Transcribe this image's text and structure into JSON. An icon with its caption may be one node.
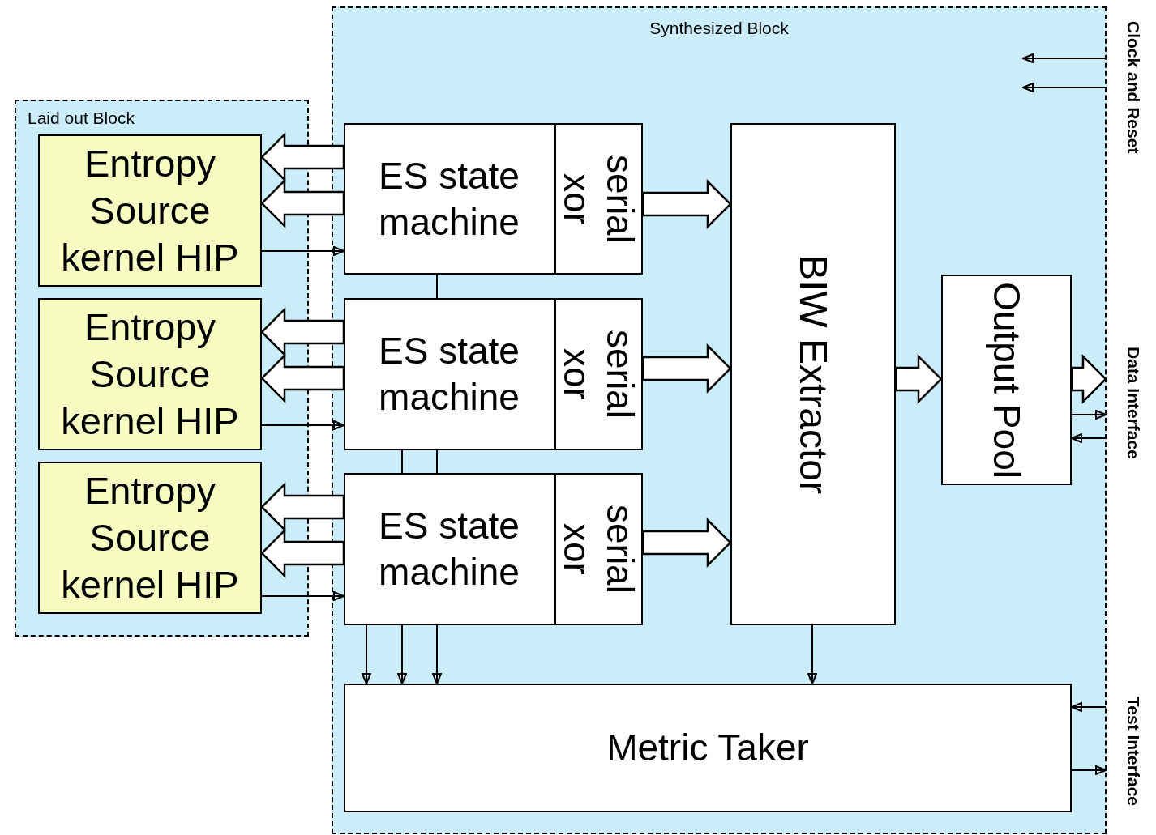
{
  "diagram": {
    "nodes": [
      {
        "text": [
          "Synthesized Block"
        ]
      },
      {
        "text": [
          "Laid out Block"
        ]
      },
      {
        "text": [
          "Entropy Source kernel HIP"
        ],
        "in": 1
      },
      {
        "text": [
          "Entropy Source kernel HIP"
        ],
        "in": 1
      },
      {
        "text": [
          "Entropy Source kernel HIP"
        ],
        "in": 1
      },
      {
        "text": [
          "ES state machine",
          "xor",
          "serial"
        ],
        "in": 0
      },
      {
        "text": [
          "ES state machine",
          "xor",
          "serial"
        ],
        "in": 0
      },
      {
        "text": [
          "ES state machine",
          "xor",
          "serial"
        ],
        "in": 0
      },
      {
        "text": [
          "BIW Extractor"
        ],
        "in": 0
      },
      {
        "text": [
          "Output Pool"
        ],
        "in": 0
      },
      {
        "text": [
          "Metric Taker"
        ],
        "in": 0
      },
      {
        "text": [
          "Clock and Reset"
        ]
      },
      {
        "text": [
          "Data Interface"
        ]
      },
      {
        "text": [
          "Test Interface"
        ]
      }
    ],
    "edges": [
      {
        "from": 5,
        "to": 2,
        "arrow": "to",
        "style": "thick"
      },
      {
        "from": 5,
        "to": 2,
        "arrow": "to",
        "style": "thick"
      },
      {
        "from": 2,
        "to": 5,
        "arrow": "to"
      },
      {
        "from": 6,
        "to": 3,
        "arrow": "to",
        "style": "thick"
      },
      {
        "from": 6,
        "to": 3,
        "arrow": "to",
        "style": "thick"
      },
      {
        "from": 3,
        "to": 6,
        "arrow": "to"
      },
      {
        "from": 7,
        "to": 4,
        "arrow": "to",
        "style": "thick"
      },
      {
        "from": 7,
        "to": 4,
        "arrow": "to",
        "style": "thick"
      },
      {
        "from": 4,
        "to": 7,
        "arrow": "to"
      },
      {
        "from": 5,
        "to": 8,
        "arrow": "to",
        "style": "thick"
      },
      {
        "from": 6,
        "to": 8,
        "arrow": "to",
        "style": "thick"
      },
      {
        "from": 7,
        "to": 8,
        "arrow": "to",
        "style": "thick"
      },
      {
        "from": 8,
        "to": 9,
        "arrow": "to",
        "style": "thick"
      },
      {
        "from": 9,
        "to": 12,
        "arrow": "to",
        "style": "thick"
      },
      {
        "from": 9,
        "to": 12,
        "arrow": "to"
      },
      {
        "from": 12,
        "to": 9,
        "arrow": "to"
      },
      {
        "from": 11,
        "to": null,
        "arrow": "to"
      },
      {
        "from": 11,
        "to": null,
        "arrow": "to"
      },
      {
        "from": 5,
        "to": 6,
        "arrow": "none"
      },
      {
        "from": 6,
        "to": 7,
        "arrow": "none"
      },
      {
        "from": 6,
        "to": 7,
        "arrow": "none"
      },
      {
        "from": 7,
        "to": 10,
        "arrow": "to"
      },
      {
        "from": 7,
        "to": 10,
        "arrow": "to"
      },
      {
        "from": 7,
        "to": 10,
        "arrow": "to"
      },
      {
        "from": 8,
        "to": 10,
        "arrow": "to"
      },
      {
        "from": 13,
        "to": 10,
        "arrow": "to"
      },
      {
        "from": 10,
        "to": 13,
        "arrow": "to"
      }
    ]
  }
}
